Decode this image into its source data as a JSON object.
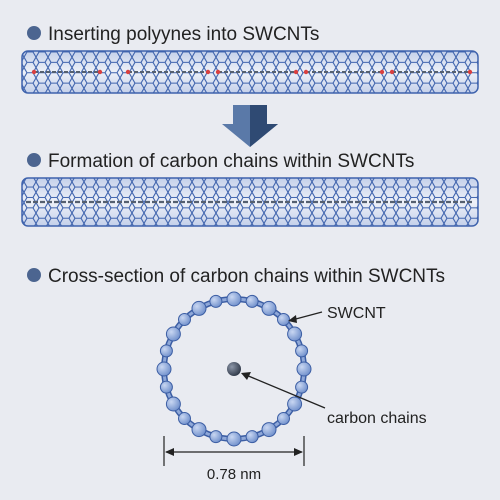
{
  "sections": [
    {
      "title": "Inserting polyynes into SWCNTs"
    },
    {
      "title": "Formation of carbon chains within SWCNTs"
    },
    {
      "title": "Cross-section of carbon chains within SWCNTs"
    }
  ],
  "cross_section": {
    "label_tube": "SWCNT",
    "label_chain": "carbon chains",
    "diameter_label": "0.78 nm"
  },
  "colors": {
    "background": "#e9ebf1",
    "tube_stroke": "#3f63ad",
    "tube_fill": "#d7deef",
    "bullet": "#4c6590",
    "arrow": "#3c5b86",
    "chain": "#556070",
    "chain_end": "#d94040",
    "atom": "#8fa8d8",
    "atom_stroke": "#3c5ea4",
    "center_atom": "#4b5566",
    "text": "#222222"
  }
}
